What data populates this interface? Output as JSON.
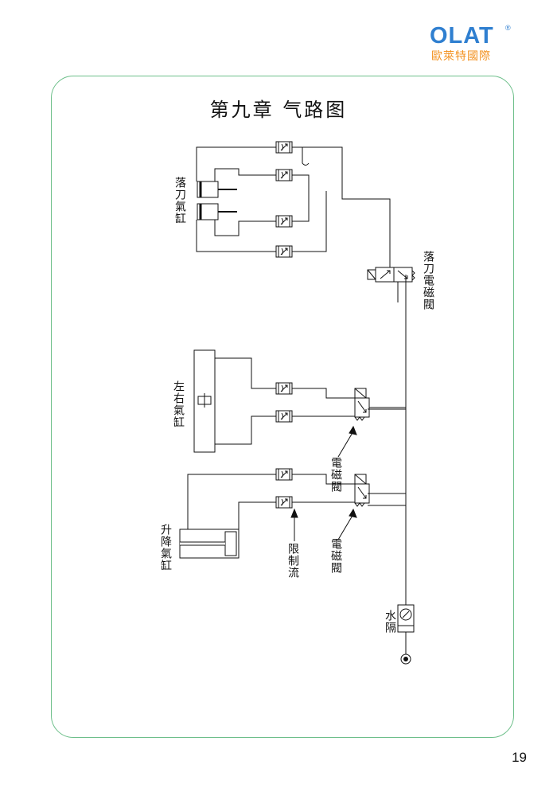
{
  "brand": {
    "wordmark": "OLAT",
    "registered": "®",
    "chinese_name": "歐萊特國際",
    "colors": {
      "wordmark": "#2f7fd0",
      "chinese_name": "#f39221",
      "frame": "#6dbf8a"
    }
  },
  "title": "第九章 气路图",
  "labels": {
    "tool_drop_cylinder": "落刀氣缸",
    "tool_drop_solenoid": "落刀電磁閥",
    "left_right_cylinder": "左右氣缸",
    "solenoid_1": "電磁閥",
    "lift_cylinder": "升降氣缸",
    "flow_limiter": "限制流",
    "solenoid_2": "電磁閥",
    "water_separator": "水隔"
  },
  "page_number": "19"
}
